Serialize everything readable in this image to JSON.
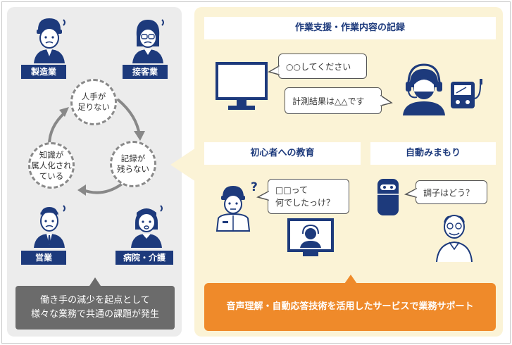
{
  "left": {
    "roles": {
      "manufacturing": "製造業",
      "hospitality": "接客業",
      "sales": "営業",
      "hospital_care": "病院・介護"
    },
    "cycle": {
      "shortage": "人手が\n足りない",
      "no_record": "記録が\n残らない",
      "personalized": "知識が\n属人化され\nている"
    },
    "summary": "働き手の減少を起点として\n様々な業務で共通の課題が発生"
  },
  "right": {
    "work_support": {
      "header": "作業支援・作業内容の記録",
      "bubble1": "○○してください",
      "bubble2": "計測結果は△△です"
    },
    "education": {
      "header": "初心者への教育",
      "question_mark": "?",
      "bubble": "□□って\n何でしたっけ？"
    },
    "watch": {
      "header": "自動みまもり",
      "bubble": "調子はどう？"
    },
    "summary": "音声理解・自動応答技術を活用したサービスで業務サポート"
  },
  "colors": {
    "navy": "#1d3a7c",
    "orange": "#ef8a2a",
    "cream": "#fbf3d6",
    "gray_panel": "#ececec",
    "dark_gray": "#6b6b6b"
  }
}
